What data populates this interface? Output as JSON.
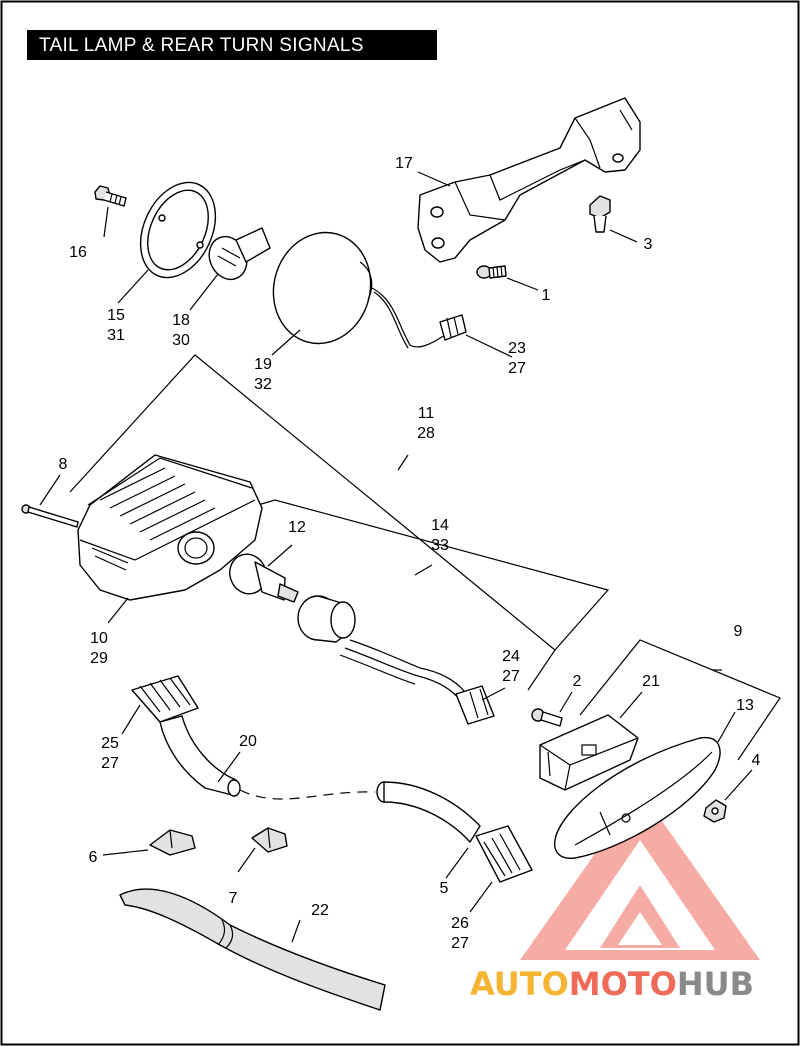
{
  "title": "TAIL LAMP & REAR TURN SIGNALS",
  "watermark": {
    "part1": "AUTO",
    "part2": "MOTO",
    "part3": "HUB",
    "color1": "#f5b432",
    "color2": "#f06a5a",
    "color3": "#8a8a8a"
  },
  "callouts": [
    {
      "id": "c1",
      "lines": [
        "1"
      ]
    },
    {
      "id": "c2",
      "lines": [
        "2"
      ]
    },
    {
      "id": "c3",
      "lines": [
        "3"
      ]
    },
    {
      "id": "c4",
      "lines": [
        "4"
      ]
    },
    {
      "id": "c5",
      "lines": [
        "5"
      ]
    },
    {
      "id": "c6",
      "lines": [
        "6"
      ]
    },
    {
      "id": "c7",
      "lines": [
        "7"
      ]
    },
    {
      "id": "c8",
      "lines": [
        "8"
      ]
    },
    {
      "id": "c9",
      "lines": [
        "9"
      ]
    },
    {
      "id": "c10",
      "lines": [
        "10",
        "29"
      ]
    },
    {
      "id": "c11",
      "lines": [
        "11",
        "28"
      ]
    },
    {
      "id": "c12",
      "lines": [
        "12"
      ]
    },
    {
      "id": "c13",
      "lines": [
        "13"
      ]
    },
    {
      "id": "c14",
      "lines": [
        "14",
        "33"
      ]
    },
    {
      "id": "c15",
      "lines": [
        "15",
        "31"
      ]
    },
    {
      "id": "c16",
      "lines": [
        "16"
      ]
    },
    {
      "id": "c17",
      "lines": [
        "17"
      ]
    },
    {
      "id": "c18",
      "lines": [
        "18",
        "30"
      ]
    },
    {
      "id": "c19",
      "lines": [
        "19",
        "32"
      ]
    },
    {
      "id": "c20",
      "lines": [
        "20"
      ]
    },
    {
      "id": "c21",
      "lines": [
        "21"
      ]
    },
    {
      "id": "c22",
      "lines": [
        "22"
      ]
    },
    {
      "id": "c23",
      "lines": [
        "23",
        "27"
      ]
    },
    {
      "id": "c24",
      "lines": [
        "24",
        "27"
      ]
    },
    {
      "id": "c25",
      "lines": [
        "25",
        "27"
      ]
    },
    {
      "id": "c26",
      "lines": [
        "26",
        "27"
      ]
    }
  ]
}
